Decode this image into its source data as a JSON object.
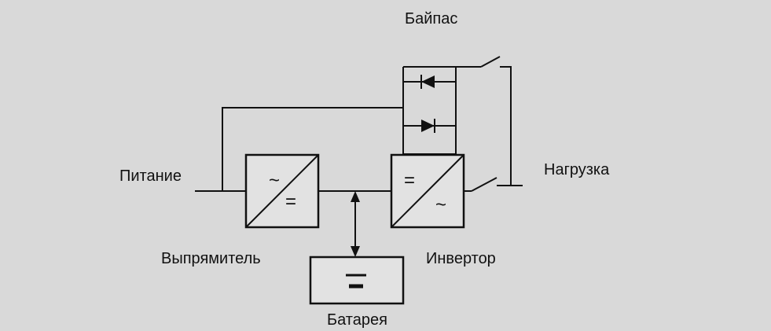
{
  "labels": {
    "bypass": "Байпас",
    "power": "Питание",
    "load": "Нагрузка",
    "rectifier": "Выпрямитель",
    "inverter": "Инвертор",
    "battery": "Батарея"
  },
  "symbols": {
    "ac": "~",
    "dc": "="
  },
  "colors": {
    "background": "#d9d9d9",
    "ink": "#111111"
  }
}
